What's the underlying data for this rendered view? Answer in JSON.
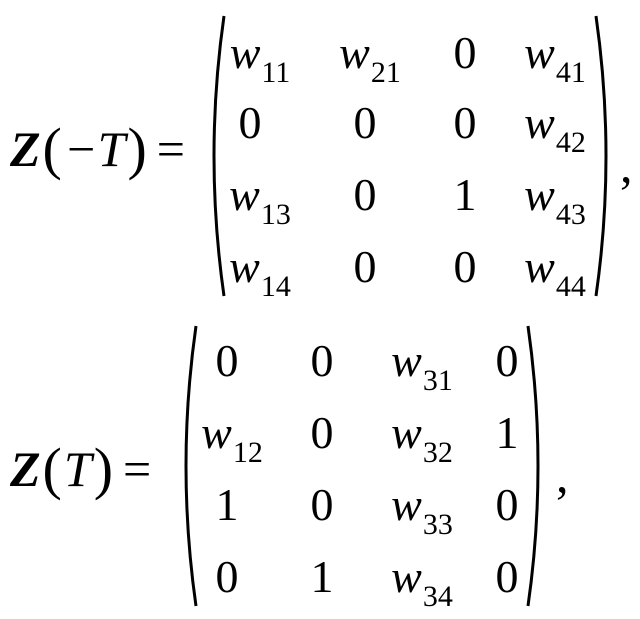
{
  "equations": [
    {
      "lhs": {
        "variable": "Z",
        "argument": "−T"
      },
      "equals": "=",
      "rows": [
        [
          {
            "base": "w",
            "sub": "11"
          },
          {
            "base": "w",
            "sub": "21"
          },
          {
            "base": "0",
            "sub": ""
          },
          {
            "base": "w",
            "sub": "41"
          }
        ],
        [
          {
            "base": "0",
            "sub": ""
          },
          {
            "base": "0",
            "sub": ""
          },
          {
            "base": "0",
            "sub": ""
          },
          {
            "base": "w",
            "sub": "42"
          }
        ],
        [
          {
            "base": "w",
            "sub": "13"
          },
          {
            "base": "0",
            "sub": ""
          },
          {
            "base": "1",
            "sub": ""
          },
          {
            "base": "w",
            "sub": "43"
          }
        ],
        [
          {
            "base": "w",
            "sub": "14"
          },
          {
            "base": "0",
            "sub": ""
          },
          {
            "base": "0",
            "sub": ""
          },
          {
            "base": "w",
            "sub": "44"
          }
        ]
      ],
      "trailing": ","
    },
    {
      "lhs": {
        "variable": "Z",
        "argument": "T"
      },
      "equals": "=",
      "rows": [
        [
          {
            "base": "0",
            "sub": ""
          },
          {
            "base": "0",
            "sub": ""
          },
          {
            "base": "w",
            "sub": "31"
          },
          {
            "base": "0",
            "sub": ""
          }
        ],
        [
          {
            "base": "w",
            "sub": "12"
          },
          {
            "base": "0",
            "sub": ""
          },
          {
            "base": "w",
            "sub": "32"
          },
          {
            "base": "1",
            "sub": ""
          }
        ],
        [
          {
            "base": "1",
            "sub": ""
          },
          {
            "base": "0",
            "sub": ""
          },
          {
            "base": "w",
            "sub": "33"
          },
          {
            "base": "0",
            "sub": ""
          }
        ],
        [
          {
            "base": "0",
            "sub": ""
          },
          {
            "base": "1",
            "sub": ""
          },
          {
            "base": "w",
            "sub": "34"
          },
          {
            "base": "0",
            "sub": ""
          }
        ]
      ],
      "trailing": ","
    }
  ]
}
